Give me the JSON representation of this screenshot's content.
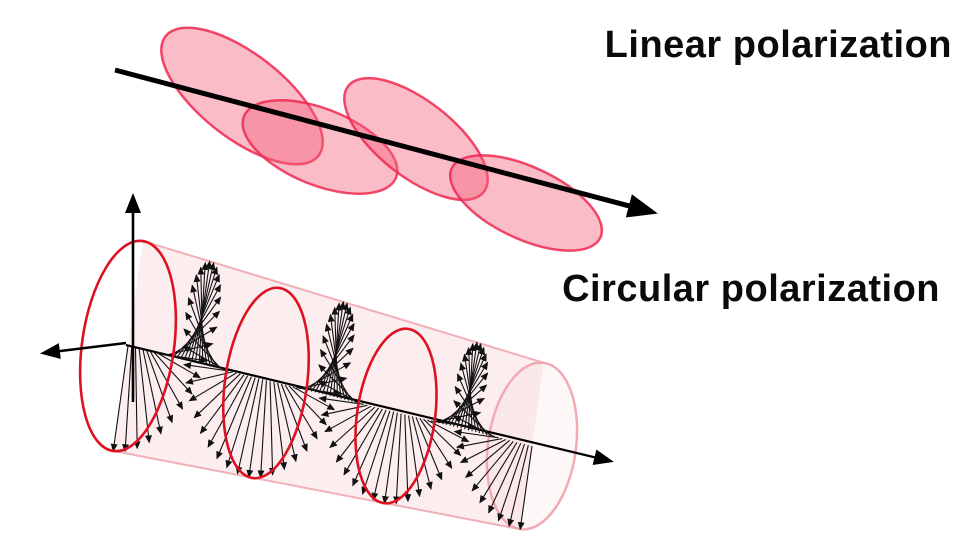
{
  "labels": {
    "linear": "Linear polarization",
    "circular": "Circular polarization"
  },
  "colors": {
    "background": "#ffffff",
    "text": "#0b0b0b",
    "arrow_black": "#000000",
    "wave_fill": "#f4607a",
    "wave_stroke": "#ee2950",
    "ring_red": "#dd1122",
    "cylinder_fill": "#f7c9ce",
    "cylinder_stroke": "#f0a3ab",
    "helix_arrow": "#111111"
  },
  "figures": {
    "linear_wave": {
      "lobe_count": 4
    },
    "circular_helix": {
      "ring_count": 3,
      "turns": 3
    }
  }
}
